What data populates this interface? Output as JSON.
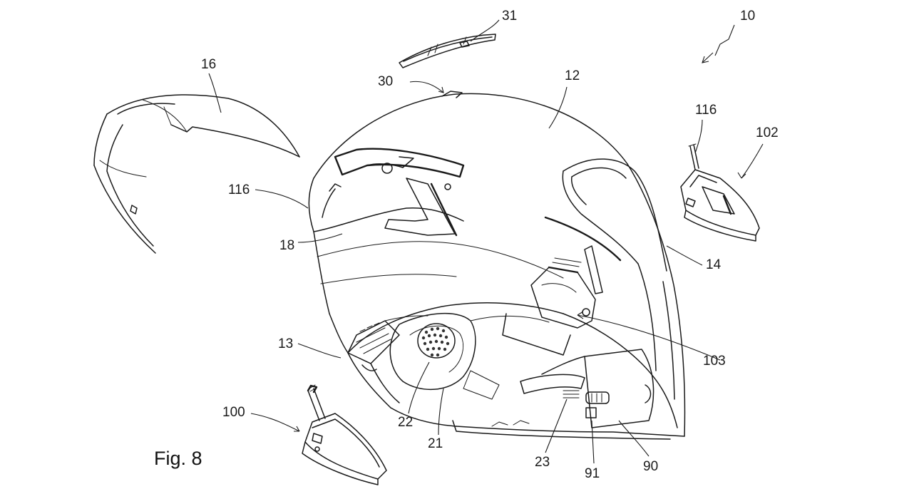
{
  "figure": {
    "caption": "Fig. 8"
  },
  "labels": {
    "l10": "10",
    "l31": "31",
    "l30": "30",
    "l12": "12",
    "l16": "16",
    "l116a": "116",
    "l116b": "116",
    "l102": "102",
    "l18": "18",
    "l14": "14",
    "l13": "13",
    "l103": "103",
    "l100": "100",
    "l22": "22",
    "l21": "21",
    "l23": "23",
    "l91": "91",
    "l90": "90"
  }
}
